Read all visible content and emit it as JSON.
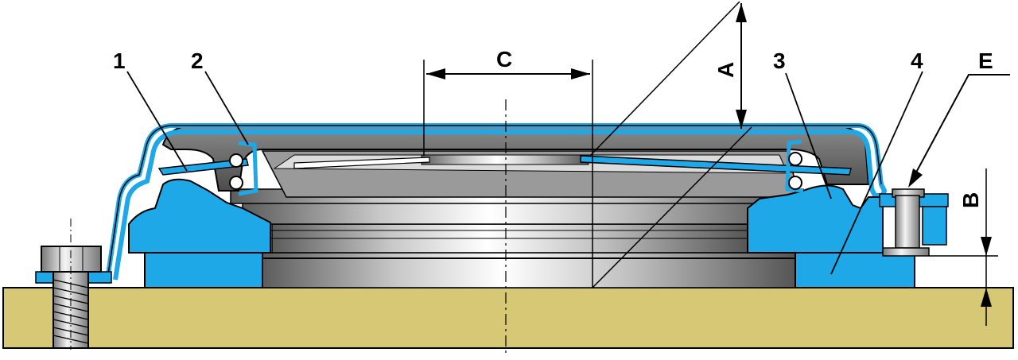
{
  "labels": {
    "part1": "1",
    "part2": "2",
    "part3": "3",
    "part4": "4",
    "dimC": "C",
    "dimA": "A",
    "dimB": "B",
    "dimE": "E"
  },
  "colors": {
    "base_plate": "#d6c874",
    "blue_part": "#1ea8e8",
    "blue_dark": "#0a7cc0",
    "metal_light": "#f2f2f2",
    "metal_dark": "#6a6a6a",
    "outline": "#000000"
  }
}
